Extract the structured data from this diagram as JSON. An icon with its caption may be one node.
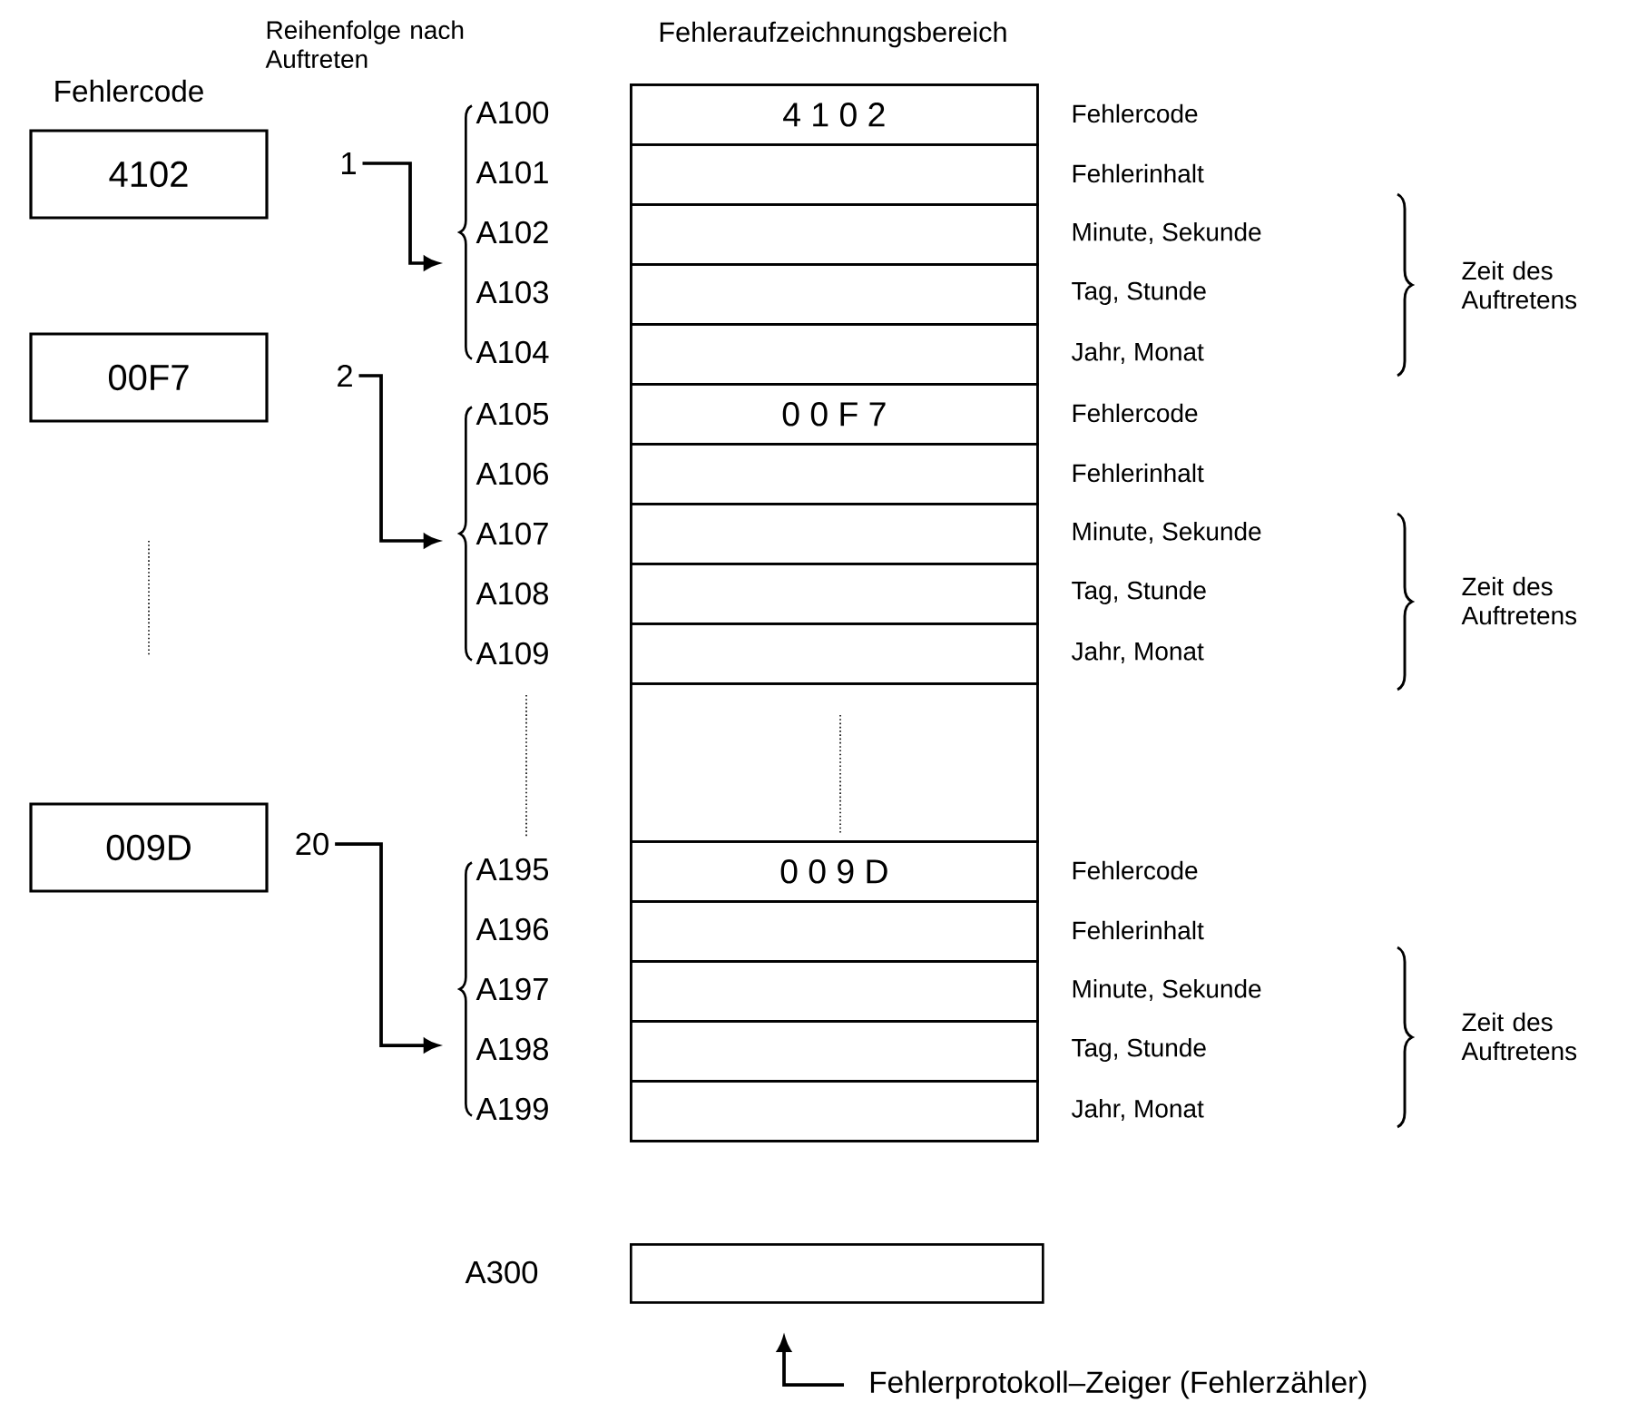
{
  "diagram": {
    "nodes": [
      {
        "text": [
          "Fehleraufzeichnungsbereich"
        ]
      },
      {
        "text": [
          "4 1 0 2"
        ],
        "in": 0,
        "beside": [
          "Fehlercode"
        ]
      },
      {
        "text": [],
        "shape": "box",
        "in": 0,
        "beside": [
          "Fehlerinhalt"
        ]
      },
      {
        "text": [],
        "shape": "box",
        "in": 0,
        "beside": [
          "Minute, Sekunde"
        ]
      },
      {
        "text": [],
        "shape": "box",
        "in": 0,
        "beside": [
          "Tag, Stunde"
        ]
      },
      {
        "text": [],
        "shape": "box",
        "in": 0,
        "beside": [
          "Jahr, Monat"
        ]
      },
      {
        "text": [
          "0 0 F 7"
        ],
        "in": 0,
        "beside": [
          "Fehlercode"
        ]
      },
      {
        "text": [],
        "shape": "box",
        "in": 0,
        "beside": [
          "Fehlerinhalt"
        ]
      },
      {
        "text": [],
        "shape": "box",
        "in": 0,
        "beside": [
          "Minute, Sekunde"
        ]
      },
      {
        "text": [],
        "shape": "box",
        "in": 0,
        "beside": [
          "Tag, Stunde"
        ]
      },
      {
        "text": [],
        "shape": "box",
        "in": 0,
        "beside": [
          "Jahr, Monat"
        ]
      },
      {
        "text": [],
        "shape": "box",
        "in": 0
      },
      {
        "text": [
          "0 0 9 D"
        ],
        "in": 0,
        "beside": [
          "Fehlercode"
        ]
      },
      {
        "text": [],
        "shape": "box",
        "in": 0,
        "beside": [
          "Fehlerinhalt"
        ]
      },
      {
        "text": [],
        "shape": "box",
        "in": 0,
        "beside": [
          "Minute, Sekunde"
        ]
      },
      {
        "text": [],
        "shape": "box",
        "in": 0,
        "beside": [
          "Tag, Stunde"
        ]
      },
      {
        "text": [],
        "shape": "box",
        "in": 0,
        "beside": [
          "Jahr, Monat"
        ]
      },
      {
        "text": [
          "4102"
        ]
      },
      {
        "text": [
          "1"
        ]
      },
      {
        "text": [
          "A100",
          "A101",
          "A102",
          "A103",
          "A104"
        ]
      },
      {
        "text": [
          "00F7"
        ]
      },
      {
        "text": [
          "2"
        ]
      },
      {
        "text": [
          "A105",
          "A106",
          "A107",
          "A108",
          "A109"
        ]
      },
      {
        "text": [
          "009D"
        ]
      },
      {
        "text": [
          "20"
        ]
      },
      {
        "text": [
          "A195",
          "A196",
          "A197",
          "A198",
          "A199"
        ]
      },
      {
        "text": [],
        "shape": "box",
        "beside": [
          "A300"
        ]
      },
      {
        "text": [
          "Fehlerprotokoll–Zeiger (Fehlerzähler)"
        ]
      }
    ],
    "edges": [
      {
        "from": 18,
        "to": 19,
        "arrow": "to"
      },
      {
        "from": 21,
        "to": 22,
        "arrow": "to"
      },
      {
        "from": 24,
        "to": 25,
        "arrow": "to"
      },
      {
        "from": 27,
        "to": 26,
        "arrow": "to"
      }
    ],
    "labels": [
      "Fehlercode",
      "Reihenfolge nach Auftreten",
      "Zeit des Auftretens",
      "Zeit des Auftretens",
      "Zeit des Auftretens"
    ]
  }
}
